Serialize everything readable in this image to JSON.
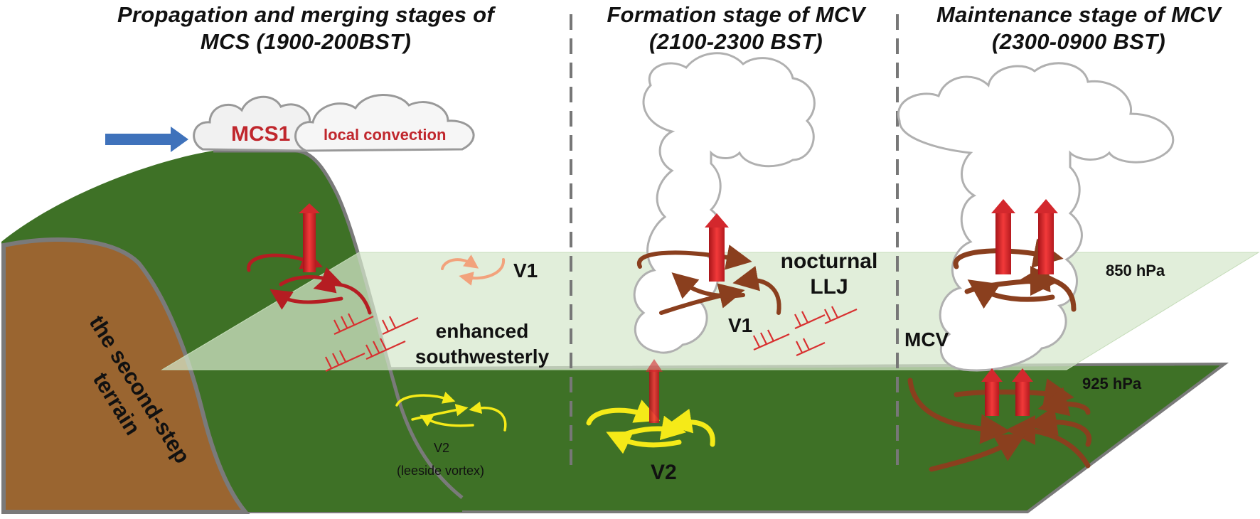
{
  "titles": {
    "stage1": [
      "Propagation and merging stages of",
      "MCS (1900-200BST)"
    ],
    "stage2": [
      "Formation stage of MCV",
      "(2100-2300 BST)"
    ],
    "stage3": [
      "Maintenance stage of MCV",
      "(2300-0900 BST)"
    ]
  },
  "labels": {
    "mcs1": "MCS1",
    "local_convection": "local convection",
    "terrain": [
      "the second-step",
      "terrain"
    ],
    "v1_left": "V1",
    "southwesterly": [
      "enhanced",
      "southwesterly"
    ],
    "v2_left": "V2",
    "leeside": "(leeside vortex)",
    "nocturnal_llj": [
      "nocturnal",
      "LLJ"
    ],
    "v1_mid": "V1",
    "v2_mid": "V2",
    "hpa850": "850 hPa",
    "mcv": "MCV",
    "hpa925": "925 hPa"
  },
  "colors": {
    "terrain_green": "#3e7126",
    "terrain_brown": "#9a6530",
    "layer_850": "#d6e8cc",
    "convergence_red": "#c0272d",
    "updraft_red": "#e8242a",
    "vortex_brown": "#8a3f1e",
    "v1_salmon": "#f2a27c",
    "v2_yellow": "#f5ea18",
    "inflow_blue": "#3f72bb"
  }
}
